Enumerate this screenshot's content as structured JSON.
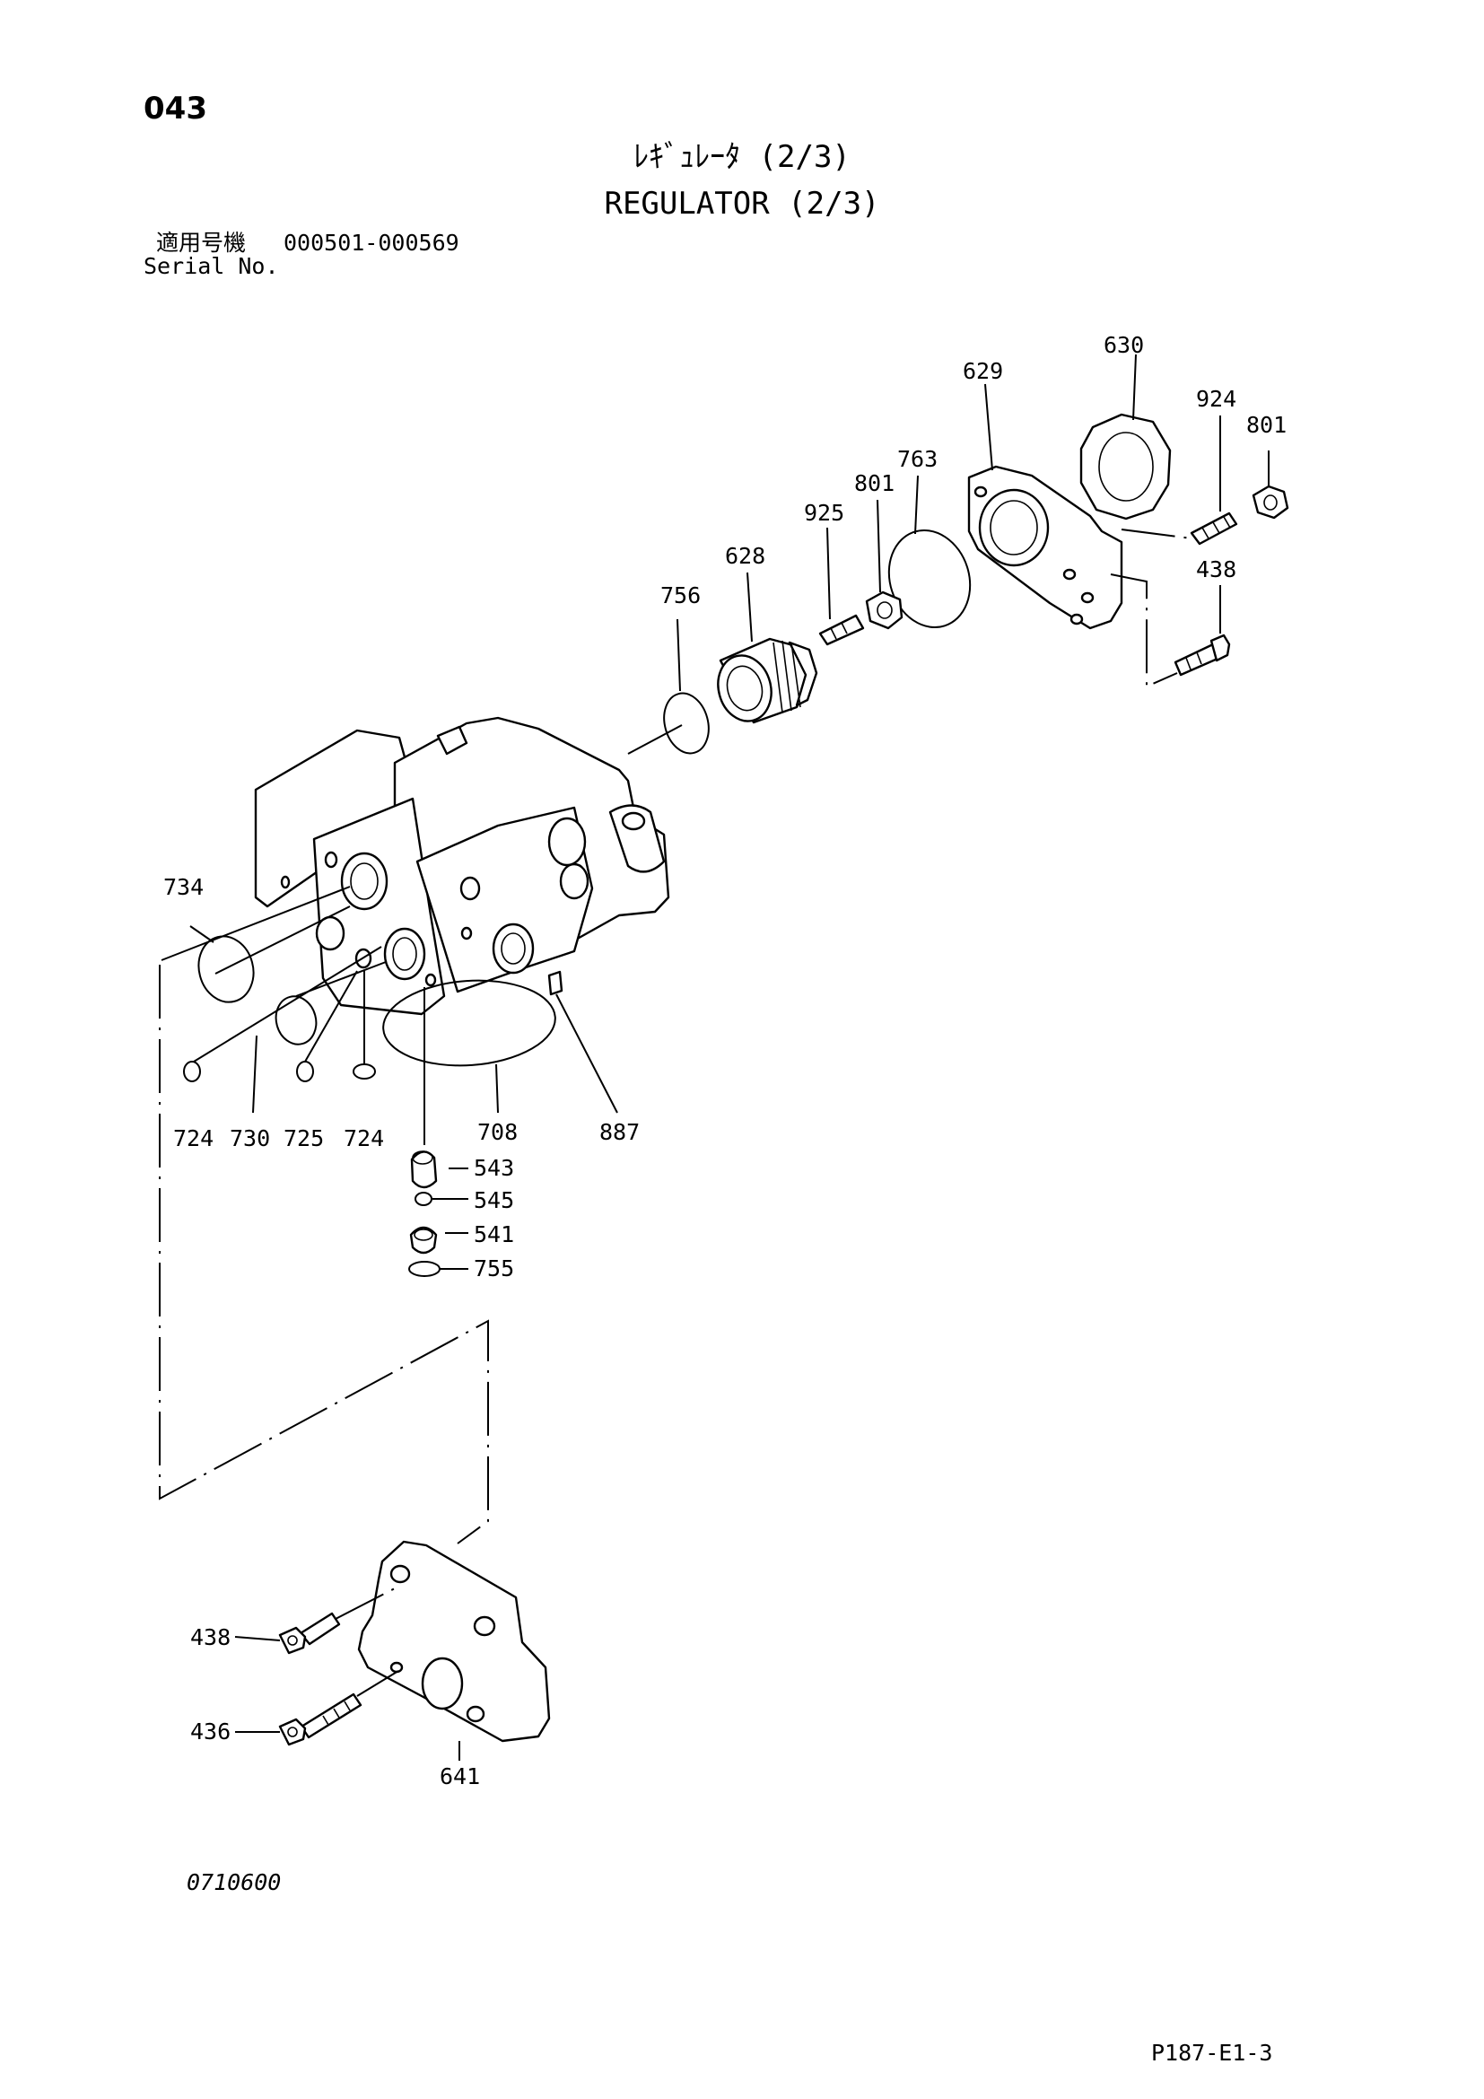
{
  "header": {
    "page_number": "043",
    "title_jp": "ﾚｷﾞｭﾚｰﾀ (2/3)",
    "title_en": "REGULATOR (2/3)",
    "serial_label_jp": "適用号機",
    "serial_range": "000501-000569",
    "serial_label_en": "Serial No."
  },
  "parts": [
    {
      "no": "630"
    },
    {
      "no": "629"
    },
    {
      "no": "924"
    },
    {
      "no": "801"
    },
    {
      "no": "763"
    },
    {
      "no": "801"
    },
    {
      "no": "925"
    },
    {
      "no": "628"
    },
    {
      "no": "438"
    },
    {
      "no": "756"
    },
    {
      "no": "734"
    },
    {
      "no": "724"
    },
    {
      "no": "730"
    },
    {
      "no": "725"
    },
    {
      "no": "724"
    },
    {
      "no": "708"
    },
    {
      "no": "887"
    },
    {
      "no": "543"
    },
    {
      "no": "545"
    },
    {
      "no": "541"
    },
    {
      "no": "755"
    },
    {
      "no": "438"
    },
    {
      "no": "436"
    },
    {
      "no": "641"
    }
  ],
  "footer": {
    "drawing_number": "0710600",
    "page_code": "P187-E1-3"
  }
}
